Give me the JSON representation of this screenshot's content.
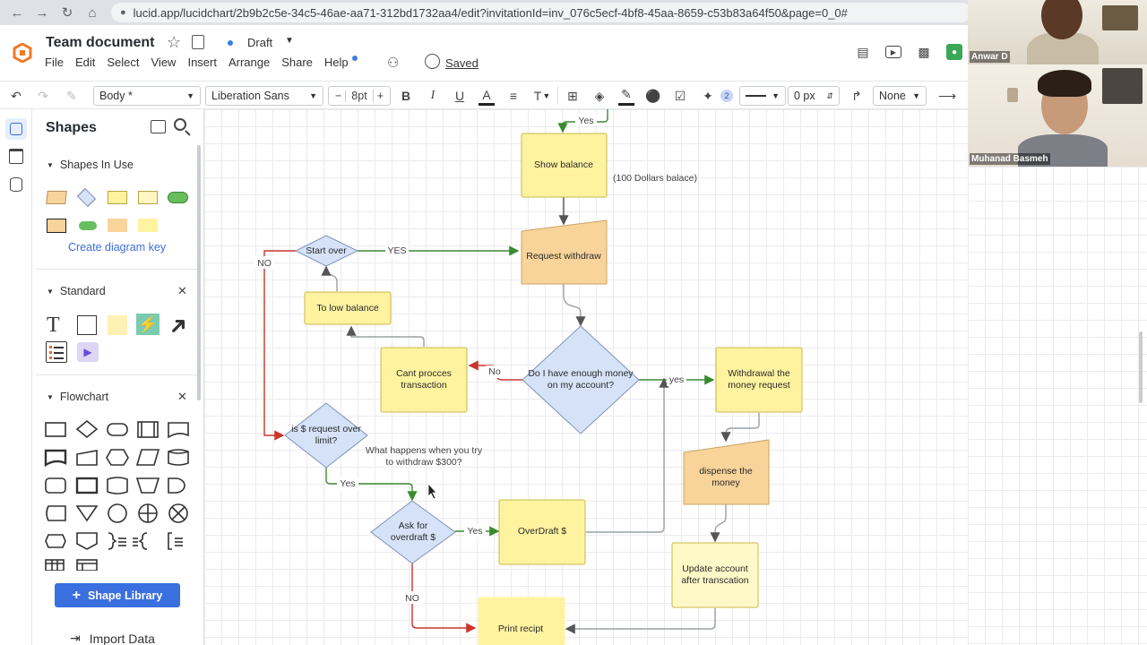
{
  "browser": {
    "url": "lucid.app/lucidchart/2b9b2c5e-34c5-46ae-aa71-312bd1732aa4/edit?invitationId=inv_076c5ecf-4bf8-45aa-8659-c53b83a64f50&page=0_0#"
  },
  "header": {
    "title": "Team document",
    "status": "Draft",
    "menu": [
      "File",
      "Edit",
      "Select",
      "View",
      "Insert",
      "Arrange",
      "Share",
      "Help"
    ],
    "saved_label": "Saved"
  },
  "toolbar": {
    "text_style": "Body *",
    "font_family": "Liberation Sans",
    "font_size": "8pt",
    "font_size_minus": "−",
    "font_size_plus": "+",
    "bold": "B",
    "italic": "I",
    "underline": "U",
    "font_color": "A",
    "align": "≡",
    "text_options": "T",
    "badge_count": "2",
    "line_width": "0 px",
    "endpoint": "None"
  },
  "sidebar": {
    "title": "Shapes",
    "sections": [
      {
        "label": "Shapes In Use",
        "link": "Create diagram key"
      },
      {
        "label": "Standard",
        "text_shape": "T"
      },
      {
        "label": "Flowchart"
      }
    ],
    "library_button": "Shape Library",
    "import_label": "Import Data"
  },
  "video_tiles": [
    {
      "name": "Anwar D"
    },
    {
      "name": "Muhanad Basmeh"
    }
  ],
  "diagram": {
    "nodes": [
      {
        "id": "show-balance",
        "text": [
          "Show balance"
        ]
      },
      {
        "id": "request-withdraw",
        "text": [
          "Request withdraw"
        ]
      },
      {
        "id": "start-over",
        "text": [
          "Start over"
        ]
      },
      {
        "id": "to-low-balance",
        "text": [
          "To low balance"
        ]
      },
      {
        "id": "cant-process",
        "text": [
          "Cant procces",
          "transaction"
        ]
      },
      {
        "id": "enough-money",
        "text": [
          "Do I have enough money",
          "on my account?"
        ]
      },
      {
        "id": "withdrawal-money-request",
        "text": [
          "Withdrawal the",
          "money request"
        ]
      },
      {
        "id": "dispense-money",
        "text": [
          "dispense the",
          "money"
        ]
      },
      {
        "id": "request-over-limit",
        "text": [
          "is $ request over",
          "limit?"
        ]
      },
      {
        "id": "ask-overdraft",
        "text": [
          "Ask for",
          "overdraft $"
        ]
      },
      {
        "id": "overdraft",
        "text": [
          "OverDraft $"
        ]
      },
      {
        "id": "update-account",
        "text": [
          "Update account",
          "after transcation"
        ]
      },
      {
        "id": "print-receipt",
        "text": [
          "Print recipt"
        ]
      }
    ],
    "labels": {
      "yes_top": "Yes",
      "balance_note": "(100  Dollars balace)",
      "no_left": "NO",
      "yes_start": "YES",
      "no_mid": "No",
      "yes_right": "yes",
      "question_note_1": "What happens when you try",
      "question_note_2": "to withdraw $300?",
      "yes_limit": "Yes",
      "yes_overdraft": "Yes",
      "no_bottom": "NO"
    },
    "colors": {
      "yellow": "#fff3a0",
      "yellow_border": "#c9b94a",
      "orange": "#f8d49a",
      "orange_border": "#c9a466",
      "blue": "#d5e2f7",
      "blue_border": "#7f93b8",
      "green_line": "#3a8a2e",
      "red_line": "#c9352b",
      "gray_line": "#9aa0a6"
    }
  }
}
